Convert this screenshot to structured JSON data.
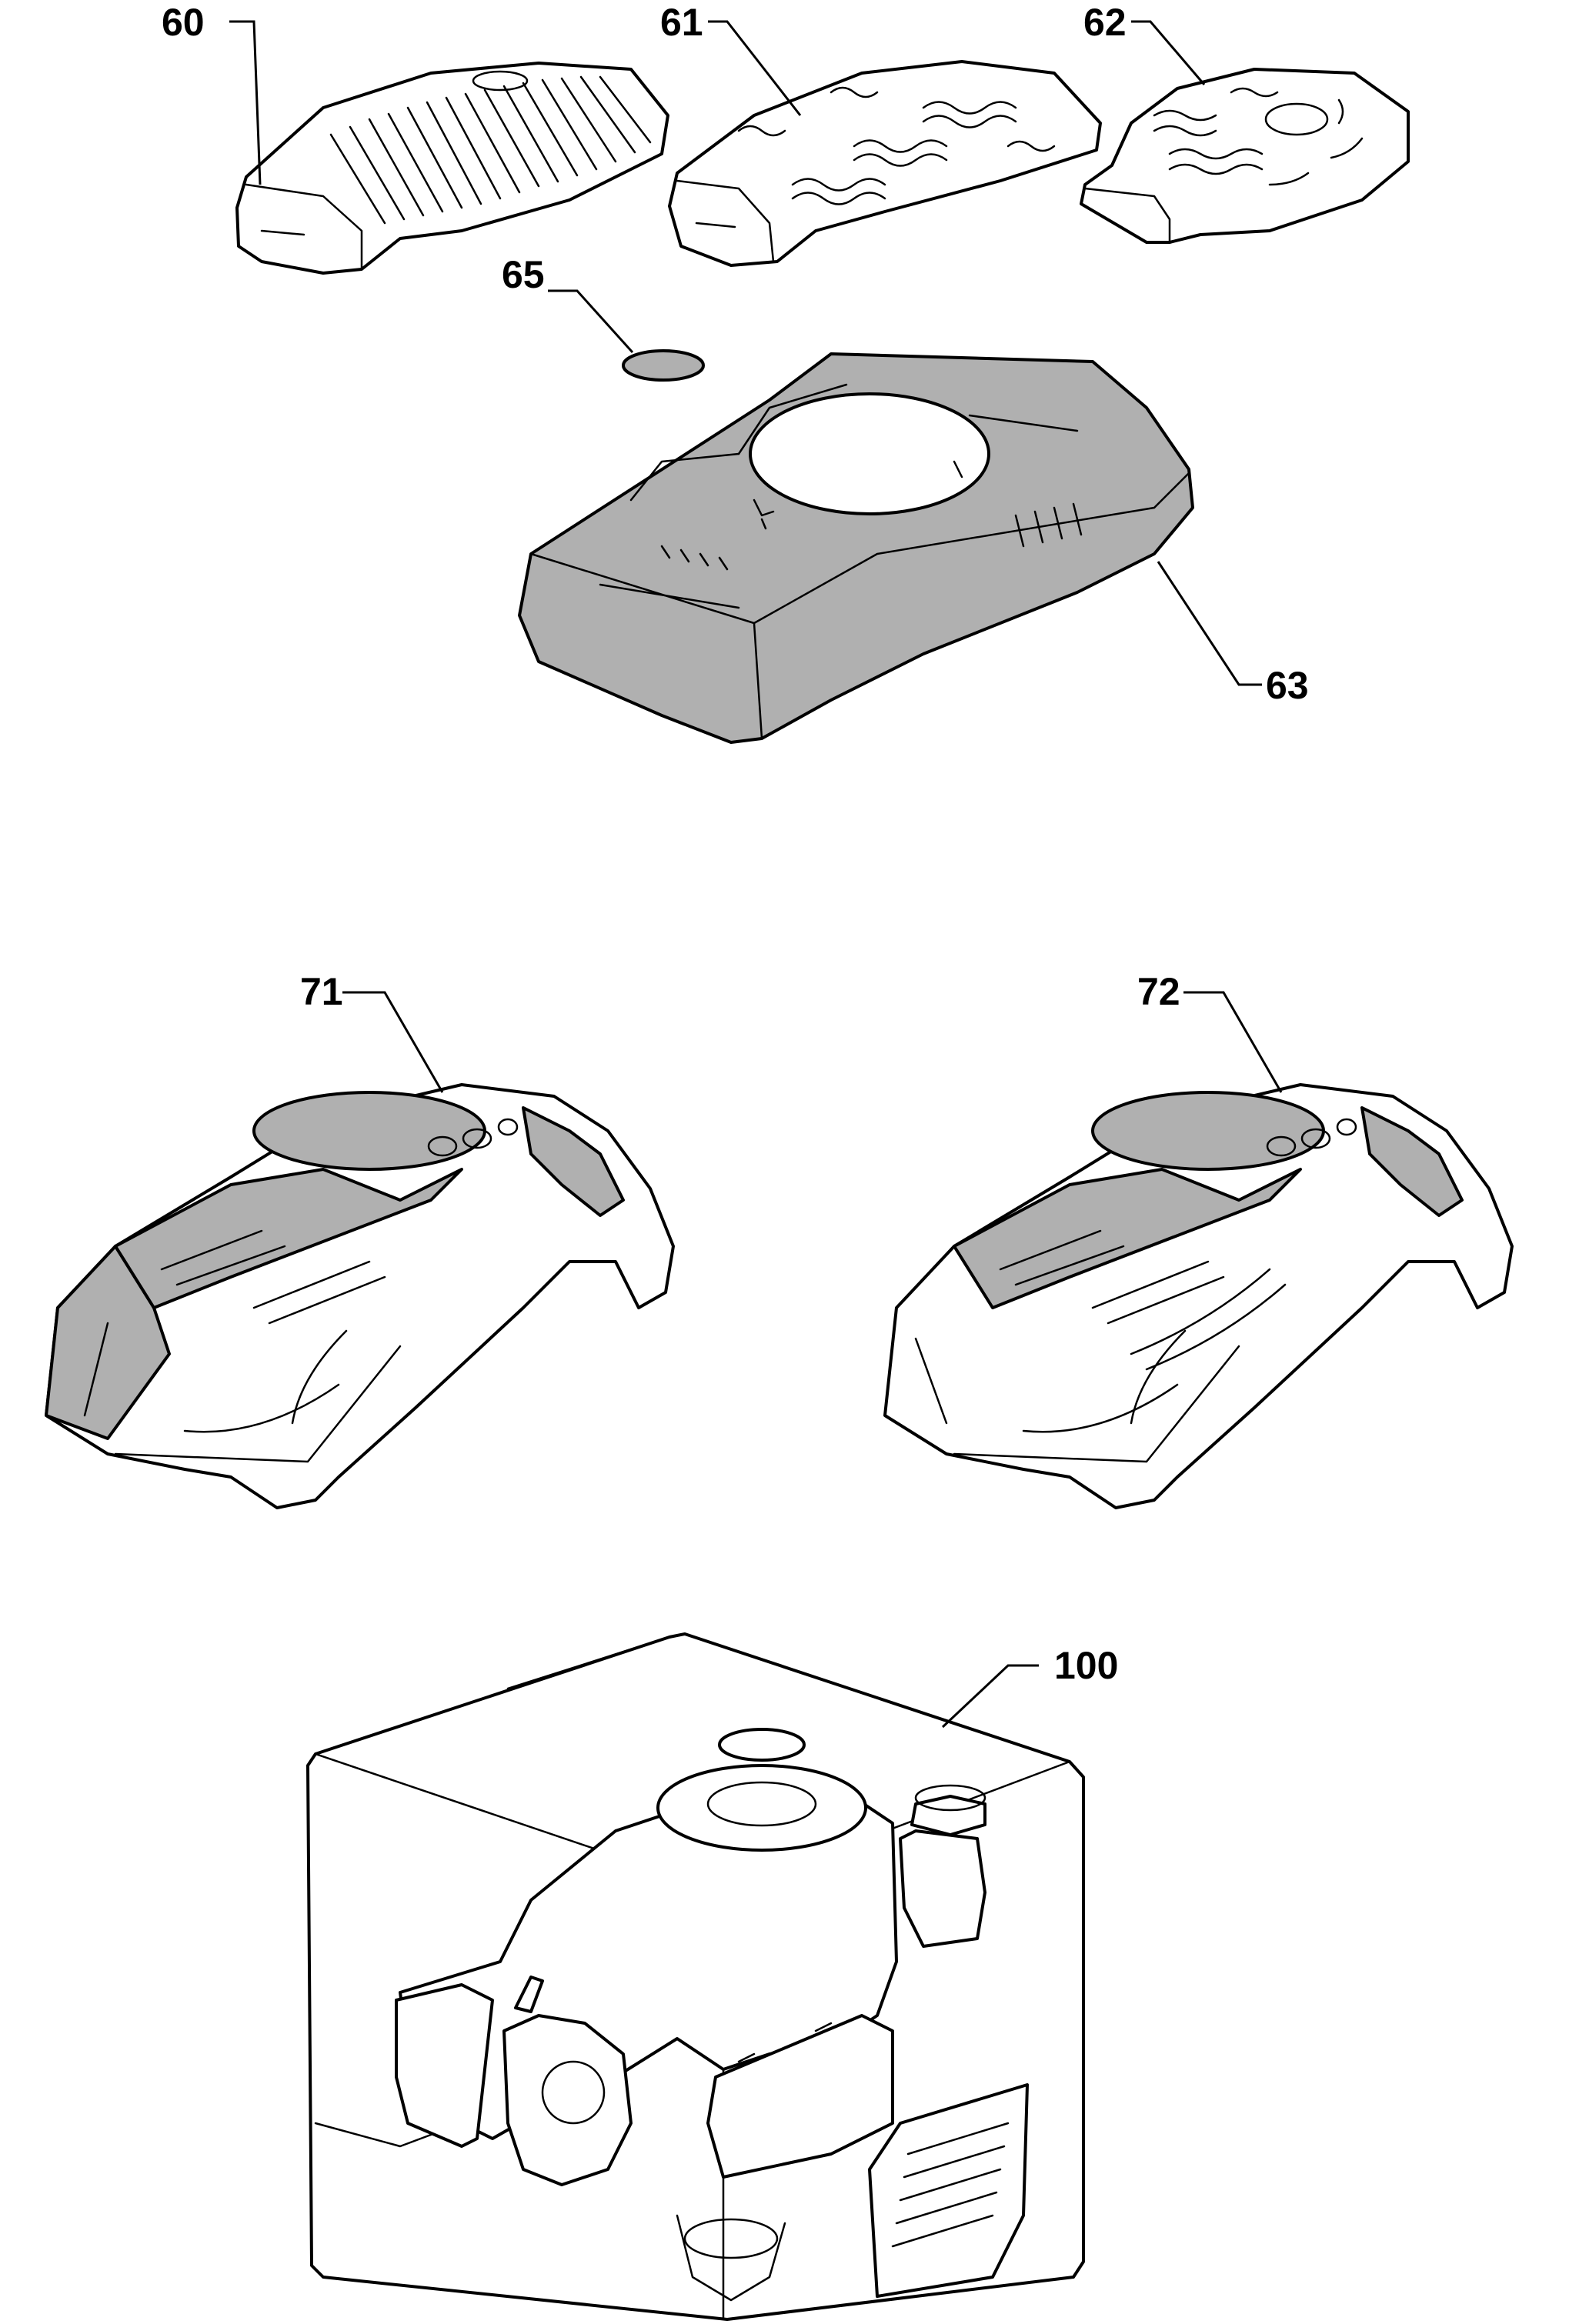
{
  "callouts": {
    "p60": "60",
    "p61": "61",
    "p62": "62",
    "p65": "65",
    "p63": "63",
    "p71": "71",
    "p72": "72",
    "p100": "100"
  },
  "colors": {
    "highlight_fill": "#b0b0b0",
    "line": "#000000",
    "background": "#ffffff"
  }
}
